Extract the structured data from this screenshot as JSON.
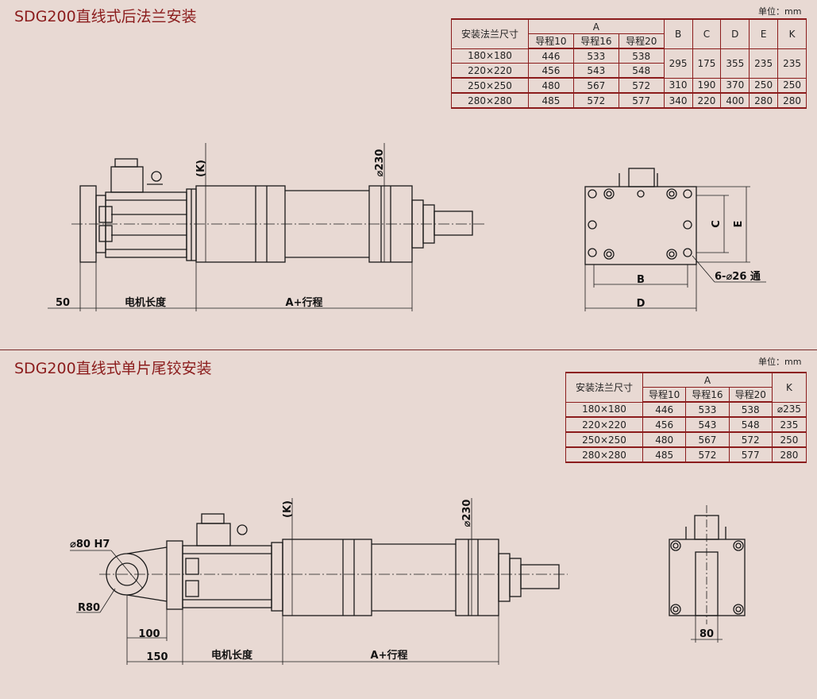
{
  "colors": {
    "accent": "#8b1c1c",
    "background": "#e8d9d3",
    "line": "#1a1a1a"
  },
  "panel1": {
    "title": "SDG200直线式后法兰安装",
    "unit": "单位：mm",
    "table": {
      "header_size": "安装法兰尺寸",
      "header_a": "A",
      "sub": [
        "导程10",
        "导程16",
        "导程20"
      ],
      "cols": [
        "B",
        "C",
        "D",
        "E",
        "K"
      ],
      "rows": [
        {
          "size": "180×180",
          "a": [
            "446",
            "533",
            "538"
          ]
        },
        {
          "size": "220×220",
          "a": [
            "456",
            "543",
            "548"
          ]
        },
        {
          "size": "250×250",
          "a": [
            "480",
            "567",
            "572"
          ],
          "bcdek": [
            "310",
            "190",
            "370",
            "250",
            "250"
          ]
        },
        {
          "size": "280×280",
          "a": [
            "485",
            "572",
            "577"
          ],
          "bcdek": [
            "340",
            "220",
            "400",
            "280",
            "280"
          ]
        }
      ],
      "merged_bcdek": [
        "295",
        "175",
        "355",
        "235",
        "235"
      ]
    },
    "drawing": {
      "k": "(K)",
      "dia": "⌀230",
      "dim_50": "50",
      "motor_len": "电机长度",
      "a_stroke": "A+行程",
      "c": "C",
      "e": "E",
      "b": "B",
      "d": "D",
      "holes": "6-⌀26 通"
    }
  },
  "panel2": {
    "title": "SDG200直线式单片尾铰安装",
    "unit": "单位：mm",
    "table": {
      "header_size": "安装法兰尺寸",
      "header_a": "A",
      "sub": [
        "导程10",
        "导程16",
        "导程20"
      ],
      "col_k": "K",
      "rows": [
        {
          "size": "180×180",
          "a": [
            "446",
            "533",
            "538"
          ],
          "k": "⌀235"
        },
        {
          "size": "220×220",
          "a": [
            "456",
            "543",
            "548"
          ],
          "k": "235"
        },
        {
          "size": "250×250",
          "a": [
            "480",
            "567",
            "572"
          ],
          "k": "250"
        },
        {
          "size": "280×280",
          "a": [
            "485",
            "572",
            "577"
          ],
          "k": "280"
        }
      ]
    },
    "drawing": {
      "k": "(K)",
      "dia": "⌀230",
      "pin": "⌀80 H7",
      "r80": "R80",
      "dim_100": "100",
      "dim_150": "150",
      "motor_len": "电机长度",
      "a_stroke": "A+行程",
      "dim_80": "80"
    }
  }
}
